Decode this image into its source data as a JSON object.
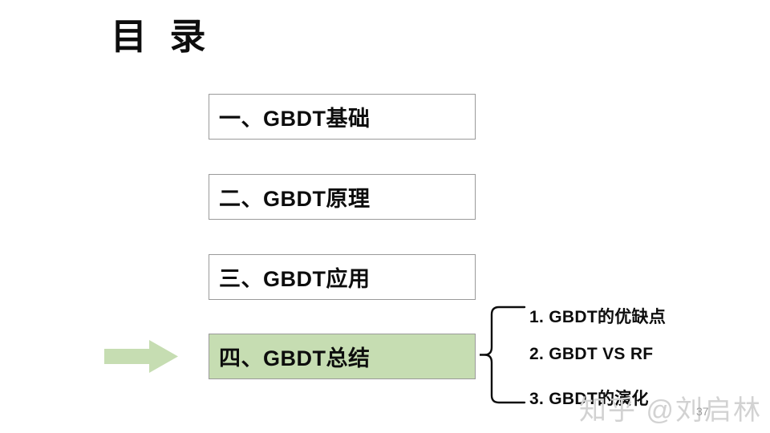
{
  "slide": {
    "title": "目 录",
    "background_color": "#ffffff",
    "text_color": "#0d0d0d",
    "highlight_color": "#c6ddb2",
    "border_color": "#9a9a9a",
    "arrow_color": "#c6ddb2"
  },
  "agenda": {
    "items": [
      {
        "label": "一、GBDT基础",
        "highlighted": "false"
      },
      {
        "label": "二、GBDT原理",
        "highlighted": "false"
      },
      {
        "label": "三、GBDT应用",
        "highlighted": "false"
      },
      {
        "label": "四、GBDT总结",
        "highlighted": "true"
      }
    ]
  },
  "subitems": {
    "items": [
      {
        "label": "1. GBDT的优缺点"
      },
      {
        "label": "2. GBDT VS RF"
      },
      {
        "label": "3. GBDT的演化"
      }
    ]
  },
  "watermark": {
    "text": "知乎 @刘启林",
    "color": "#d2d2d2"
  },
  "footer": {
    "page_number": "37"
  }
}
